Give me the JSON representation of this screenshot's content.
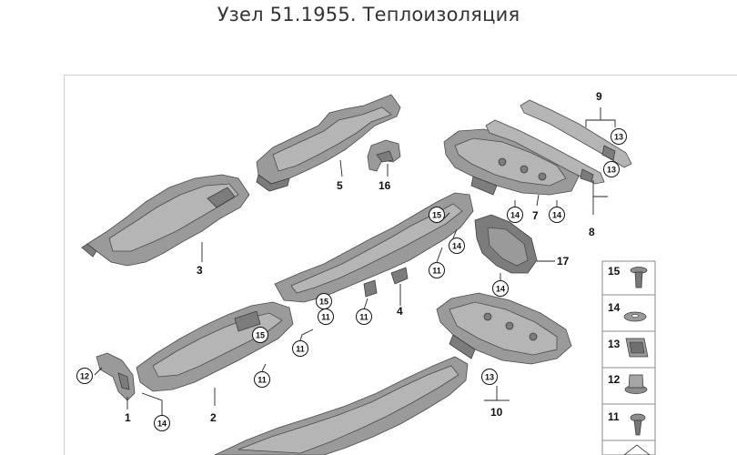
{
  "title": "Узел 51.1955. Теплоизоляция",
  "part_labels": {
    "p1": "1",
    "p2": "2",
    "p3": "3",
    "p4": "4",
    "p5": "5",
    "p7": "7",
    "p8": "8",
    "p9": "9",
    "p10": "10",
    "p16": "16",
    "p17": "17"
  },
  "callouts": {
    "c11": "11",
    "c12": "12",
    "c13": "13",
    "c14": "14",
    "c15": "15"
  },
  "legend": {
    "items": [
      {
        "number": "15",
        "icon": "push-clip-icon"
      },
      {
        "number": "14",
        "icon": "flat-washer-icon"
      },
      {
        "number": "13",
        "icon": "clip-nut-icon"
      },
      {
        "number": "12",
        "icon": "flange-nut-icon"
      },
      {
        "number": "11",
        "icon": "expanding-rivet-icon"
      },
      {
        "icon": "plug-icon"
      }
    ]
  },
  "colors": {
    "part_fill": "#9a9a9a",
    "part_stroke": "#4a4a4a",
    "line": "#222222"
  }
}
